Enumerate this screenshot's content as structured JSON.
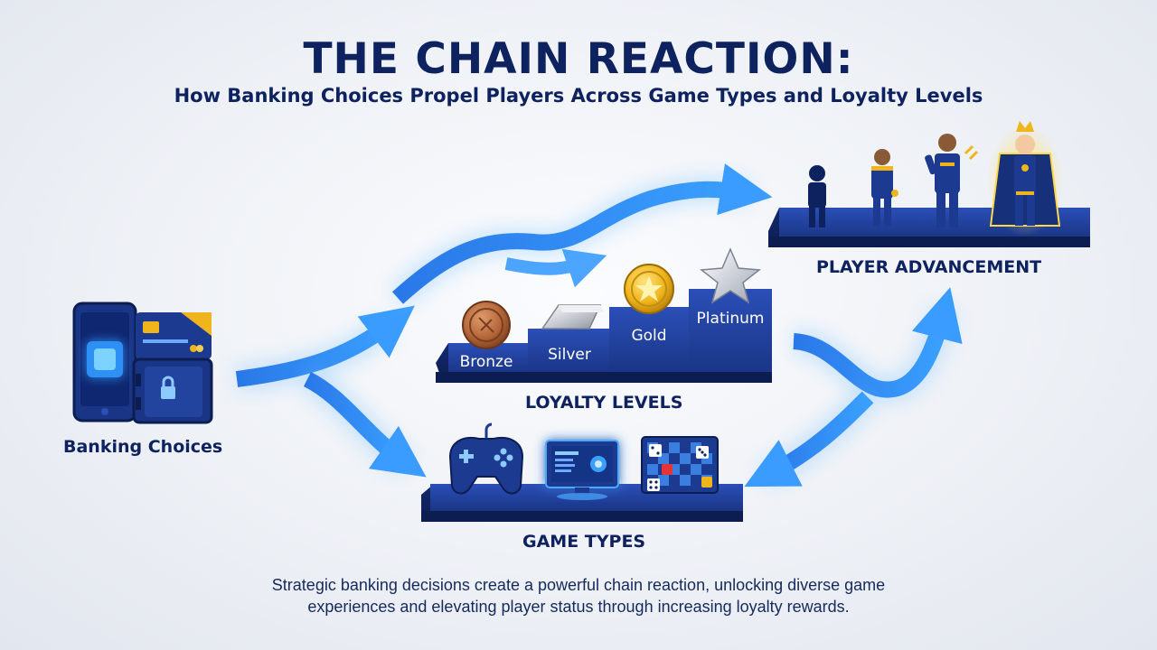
{
  "header": {
    "title": "THE CHAIN REACTION:",
    "subtitle": "How Banking Choices Propel Players Across Game Types and Loyalty Levels"
  },
  "nodes": {
    "banking": "Banking Choices",
    "loyalty": "LOYALTY LEVELS",
    "games": "GAME TYPES",
    "player": "PLAYER ADVANCEMENT"
  },
  "loyalty_tiers": [
    "Bronze",
    "Silver",
    "Gold",
    "Platinum"
  ],
  "icons": {
    "banking": [
      "smartphone-icon",
      "credit-card-icon",
      "safe-icon"
    ],
    "games": [
      "gamepad-icon",
      "computer-monitor-icon",
      "board-game-icon"
    ],
    "loyalty": [
      "bronze-coin-icon",
      "silver-bar-icon",
      "gold-coin-icon",
      "platinum-star-icon"
    ],
    "player": [
      "basic-player-icon",
      "intermediate-player-icon",
      "advanced-player-icon",
      "crowned-hero-icon"
    ]
  },
  "footer": {
    "line1": "Strategic banking decisions create a powerful chain reaction, unlocking diverse game",
    "line2": "experiences and elevating player status through increasing loyalty rewards."
  },
  "colors": {
    "navy": "#0e2260",
    "platform": "#1c3a8f",
    "arrow": "#2f8ff5",
    "glow": "#7cc4ff",
    "gold": "#f0b51c",
    "bronze": "#b4673a"
  }
}
